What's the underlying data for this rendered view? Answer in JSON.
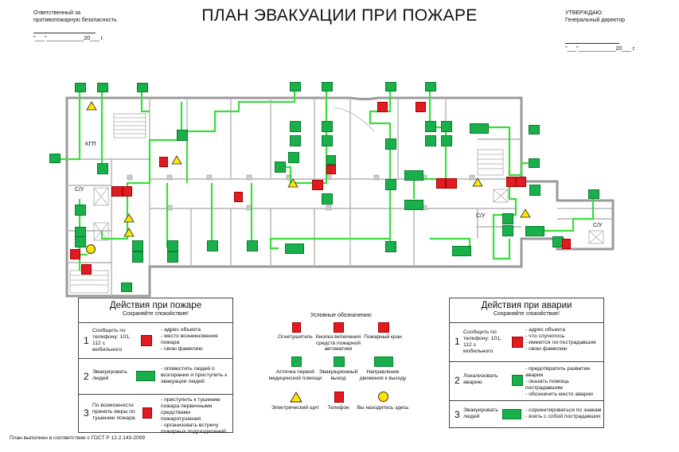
{
  "title": "ПЛАН ЭВАКУАЦИИ  ПРИ ПОЖАРЕ",
  "header_left": {
    "line1": "Ответственный за",
    "line2": "противопожарную безопасность",
    "date_line": "\"___\"____________20___ г."
  },
  "header_right": {
    "line1": "УТВЕРЖДАЮ:",
    "line2": "Генеральный директор",
    "date_line": "\"___\"____________20___ г."
  },
  "rooms": {
    "kgp": "КГП",
    "su1": "С/У",
    "su2": "С/У",
    "su3": "С/У"
  },
  "fire_actions": {
    "title": "Действия при пожаре",
    "subtitle": "Сохраняйте спокойствие!",
    "steps": [
      {
        "num": "1",
        "action": "Сообщить по телефону: 101, 112 с мобильного",
        "details": "- адрес объекта\n- место возникновения пожара\n- свою фамилию"
      },
      {
        "num": "2",
        "action": "Эвакуировать людей",
        "details": "- оповестить людей о возгорании и приступить к эвакуации людей"
      },
      {
        "num": "3",
        "action": "По возможности принять меры по тушению пожара",
        "details": "- приступить к тушению пожара первичными средствами пожаротушения\n- организовать встречу пожарных подразделений"
      }
    ]
  },
  "accident_actions": {
    "title": "Действия при аварии",
    "subtitle": "Сохраняйте спокойствие!",
    "steps": [
      {
        "num": "1",
        "action": "Сообщить по телефону: 101, 112 с мобильного",
        "details": "- адрес объекта\n- что случилось\n- имеются ли пострадавшие\n- свою фамилию"
      },
      {
        "num": "2",
        "action": "Локализовать аварию",
        "details": "- предотвратить развитие аварии\n- оказать помощь пострадавшим\n- обозначить место аварии"
      },
      {
        "num": "3",
        "action": "Эвакуировать людей",
        "details": "- сориентироваться по знакам\n- взять с собой пострадавших"
      }
    ]
  },
  "legend": {
    "title": "Условные обозначения:",
    "items": [
      {
        "label": "Огнетушитель",
        "icon": "extinguisher-icon"
      },
      {
        "label": "Кнопка включения средств пожарной автоматики",
        "icon": "fire-alarm-button-icon"
      },
      {
        "label": "Пожарный кран",
        "icon": "fire-hydrant-icon"
      },
      {
        "label": "Аптечка первой медицинской помощи",
        "icon": "first-aid-icon"
      },
      {
        "label": "Эвакуационный выход",
        "icon": "exit-icon"
      },
      {
        "label": "Направление движения к выходу",
        "icon": "direction-arrow-icon"
      },
      {
        "label": "Электрический щит",
        "icon": "electric-panel-icon"
      },
      {
        "label": "Телефон",
        "icon": "phone-icon"
      },
      {
        "label": "Вы находитесь здесь",
        "icon": "you-are-here-icon"
      }
    ]
  },
  "footer": "План выполнен в соответствии с ГОСТ Р 12.2.143-2009",
  "colors": {
    "route_green": "#3ddc3d",
    "sign_green": "#19b04b",
    "sign_red": "#e11b22",
    "wall": "#9a9a9a",
    "you_are_here": "#ffe600"
  }
}
